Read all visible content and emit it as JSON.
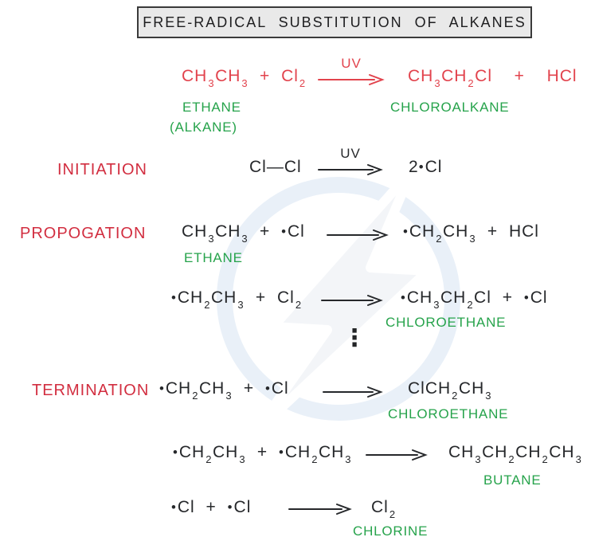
{
  "title": "FREE-RADICAL SUBSTITUTION OF ALKANES",
  "colors": {
    "equation_red": "#e2434d",
    "heading_red": "#d22e40",
    "label_green": "#26a34b",
    "text_black": "#26282b",
    "title_background": "#e9e9e9",
    "watermark_blue": "#e9f0f8"
  },
  "overall": {
    "lhs": "CH_3CH_3 + Cl_2",
    "uv": "UV",
    "rhs": "CH_3CH_2Cl  +  HCl",
    "reactant_label_line1": "ETHANE",
    "reactant_label_line2": "(ALKANE)",
    "product_label": "CHLOROALKANE"
  },
  "initiation": {
    "heading": "INITIATION",
    "lhs": "Cl—Cl",
    "uv": "UV",
    "rhs": "2•Cl"
  },
  "propagation": {
    "heading": "PROPOGATION",
    "steps": [
      {
        "lhs": "CH_3CH_3 + •Cl",
        "rhs": "•CH_2CH_3 + HCl",
        "label": "ETHANE"
      },
      {
        "lhs": "•CH_2CH_3 + Cl_2",
        "rhs": "•CH_3CH_2Cl + •Cl",
        "label": "CHLOROETHANE"
      }
    ]
  },
  "ellipsis": "⋮",
  "termination": {
    "heading": "TERMINATION",
    "steps": [
      {
        "lhs": "•CH_2CH_3 + •Cl",
        "rhs": "ClCH_2CH_3",
        "label": "CHLOROETHANE"
      },
      {
        "lhs": "•CH_2CH_3 + •CH_2CH_3",
        "rhs": "CH_3CH_2CH_2CH_3",
        "label": "BUTANE"
      },
      {
        "lhs": "•Cl + •Cl",
        "rhs": "Cl_2",
        "label": "CHLORINE"
      }
    ]
  }
}
